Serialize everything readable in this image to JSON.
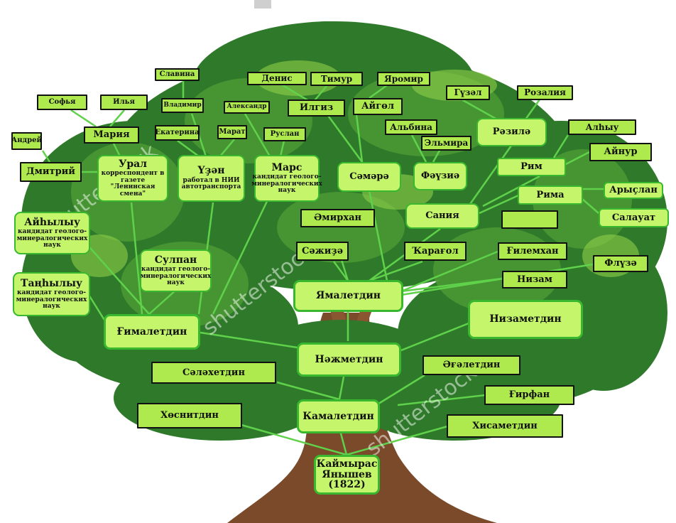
{
  "watermark": "shutterstock",
  "colors": {
    "box_fill": "#b8f25a",
    "box_border": "#4cc53a",
    "connector": "#5fd14a",
    "trunk": "#7a4a2a",
    "foliage": "#2f7a2a"
  },
  "nodes": {
    "root": {
      "lines": [
        "Каймырас",
        "Янышев",
        "(1822)"
      ]
    },
    "kamaletdin": {
      "label": "Камалетдин"
    },
    "nazhmetdin": {
      "label": "Нәжметдин"
    },
    "yamaletdin": {
      "label": "Ямалетдин"
    },
    "gimaletdin": {
      "label": "Ғималетдин"
    },
    "nizametdin": {
      "label": "Низаметдин"
    },
    "salakhetdin": {
      "label": "Сәләхетдин"
    },
    "khosnitdin": {
      "label": "Хөснитдин"
    },
    "agaletdin": {
      "label": "Әғәлетдин"
    },
    "girfan": {
      "label": "Ғирфан"
    },
    "khisametdin": {
      "label": "Хисаметдин"
    },
    "ural": {
      "label": "Урал",
      "sub": "корреспондент в газете \"Ленинская смена\""
    },
    "uzan": {
      "label": "Үҙән",
      "sub": "работал в НИИ автотранспорта"
    },
    "mars": {
      "label": "Марс",
      "sub": "кандидат геолого-минералогических наук"
    },
    "sulpan": {
      "label": "Сулпан",
      "sub": "кандидат геолого-минералогических наук"
    },
    "ayhylyu": {
      "label": "Айһылыу",
      "sub": "кандидат геолого-минералогических наук"
    },
    "tanhylyu": {
      "label": "Таңһылыу",
      "sub": "кандидат геолого-минералогических наук"
    },
    "dmitriy": {
      "label": "Дмитрий"
    },
    "andrey": {
      "label": "Андрей"
    },
    "mariya": {
      "label": "Мария"
    },
    "sofya": {
      "label": "Софья"
    },
    "ilya": {
      "label": "Илья"
    },
    "slavina": {
      "label": "Славина"
    },
    "vladimir": {
      "label": "Владимир"
    },
    "ekaterina": {
      "label": "Екатерина"
    },
    "marat": {
      "label": "Марат"
    },
    "aleksandr": {
      "label": "Александр"
    },
    "ruslan": {
      "label": "Руслан"
    },
    "denis": {
      "label": "Денис"
    },
    "timur": {
      "label": "Тимур"
    },
    "yaromir": {
      "label": "Яромир"
    },
    "ilgiz": {
      "label": "Илгиз"
    },
    "aygol": {
      "label": "Айгөл"
    },
    "samara": {
      "label": "Сәмәрә"
    },
    "albina": {
      "label": "Альбина"
    },
    "elmira": {
      "label": "Эльмира"
    },
    "fauza": {
      "label": "Фәүзиә"
    },
    "guzal": {
      "label": "Гүзәл"
    },
    "rozaliya": {
      "label": "Розалия"
    },
    "rezile": {
      "label": "Рәзилә"
    },
    "alhyu": {
      "label": "Алһыу"
    },
    "aynur": {
      "label": "Айнур"
    },
    "rim": {
      "label": "Рим"
    },
    "rima": {
      "label": "Рима"
    },
    "aryslan": {
      "label": "Арыҫлан"
    },
    "salauat": {
      "label": "Салауат"
    },
    "saniya": {
      "label": "Сания"
    },
    "blank": {
      "label": ""
    },
    "amirkhan": {
      "label": "Әмирхан"
    },
    "sazhida": {
      "label": "Сәжиҙә"
    },
    "karagol": {
      "label": "Ҡарағол"
    },
    "gilemkhan": {
      "label": "Ғилемхан"
    },
    "flyuza": {
      "label": "Флүзә"
    },
    "nizam": {
      "label": "Низам"
    }
  }
}
